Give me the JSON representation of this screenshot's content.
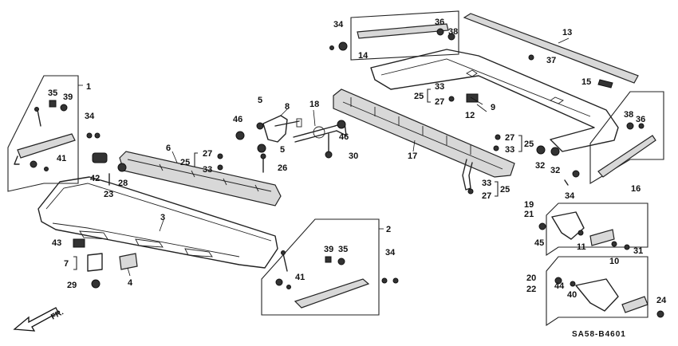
{
  "diagram": {
    "code": "SA58-B4601",
    "direction_label": "FR.",
    "callouts": [
      "1",
      "2",
      "3",
      "4",
      "5",
      "6",
      "7",
      "8",
      "9",
      "10",
      "11",
      "12",
      "13",
      "14",
      "15",
      "16",
      "17",
      "18",
      "19",
      "20",
      "21",
      "22",
      "23",
      "24",
      "25",
      "26",
      "27",
      "28",
      "29",
      "30",
      "31",
      "32",
      "33",
      "34",
      "35",
      "36",
      "37",
      "38",
      "39",
      "40",
      "41",
      "42",
      "43",
      "44",
      "45",
      "46"
    ]
  }
}
